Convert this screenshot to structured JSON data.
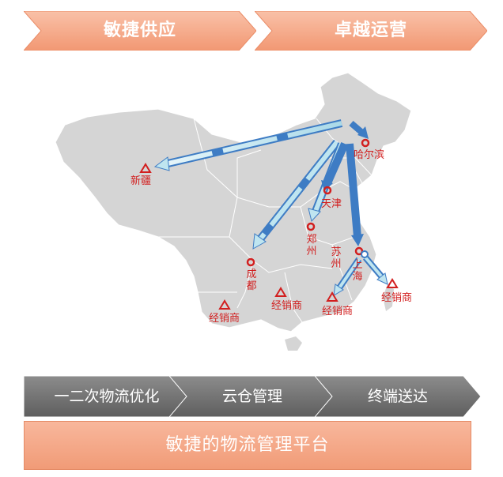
{
  "top_banners": [
    "敏捷供应",
    "卓越运营"
  ],
  "cities": [
    {
      "id": "xinjiang",
      "label": "新疆",
      "marker": "triangle"
    },
    {
      "id": "harbin",
      "label": "哈尔滨",
      "marker": "circle"
    },
    {
      "id": "tianjin",
      "label": "天津",
      "marker": "circle"
    },
    {
      "id": "zhengzhou",
      "label": "郑州",
      "marker": "circle"
    },
    {
      "id": "suzhou",
      "label": "苏州",
      "marker": "none"
    },
    {
      "id": "shanghai",
      "label": "上海",
      "marker": "circle"
    },
    {
      "id": "chengdu",
      "label": "成都",
      "marker": "circle"
    },
    {
      "id": "dealer_yn",
      "label": "经销商",
      "marker": "triangle"
    },
    {
      "id": "dealer_gz",
      "label": "经销商",
      "marker": "triangle"
    },
    {
      "id": "dealer_fj",
      "label": "经销商",
      "marker": "triangle"
    },
    {
      "id": "dealer_e",
      "label": "经销商",
      "marker": "triangle"
    }
  ],
  "process_steps": [
    "一二次物流优化",
    "云仓管理",
    "终端送达"
  ],
  "platform_label": "敏捷的物流管理平台",
  "colors": {
    "banner": "#f4a384",
    "step": "#6f6f6f",
    "map_fill": "#d5d5d5",
    "city_red": "#d21f1f",
    "arrow_blue": "#3e7cc4",
    "arrow_light": "#bfe5f0"
  }
}
